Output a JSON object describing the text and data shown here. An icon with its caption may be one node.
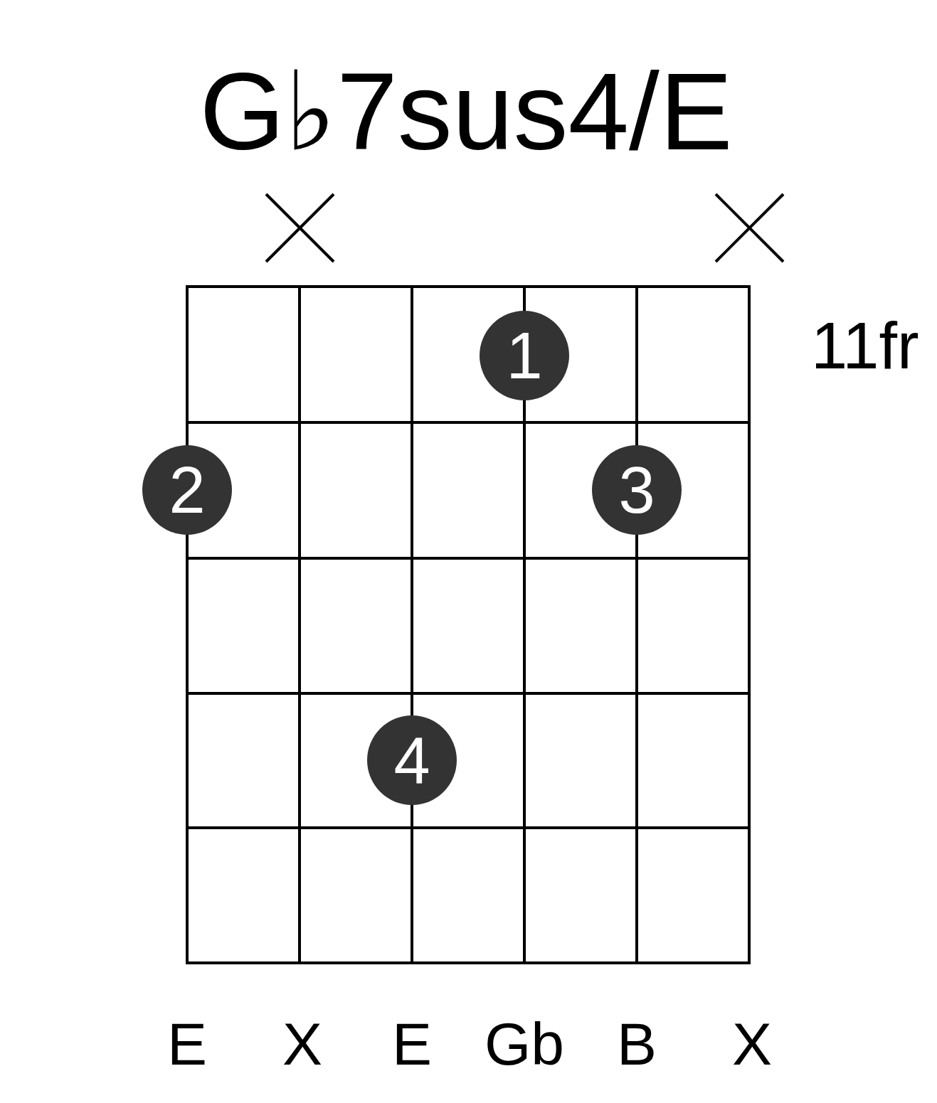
{
  "diagram": {
    "title": "G♭7sus4/E",
    "nodes": [
      {
        "text": [
          "1"
        ]
      },
      {
        "text": [
          "2"
        ]
      },
      {
        "text": [
          "3"
        ]
      },
      {
        "text": [
          "4"
        ]
      },
      {
        "text": [],
        "shape": "cross"
      },
      {
        "text": [],
        "shape": "cross"
      }
    ],
    "labels": [
      "11fr",
      "E",
      "X",
      "E",
      "Gb",
      "B",
      "X"
    ]
  }
}
